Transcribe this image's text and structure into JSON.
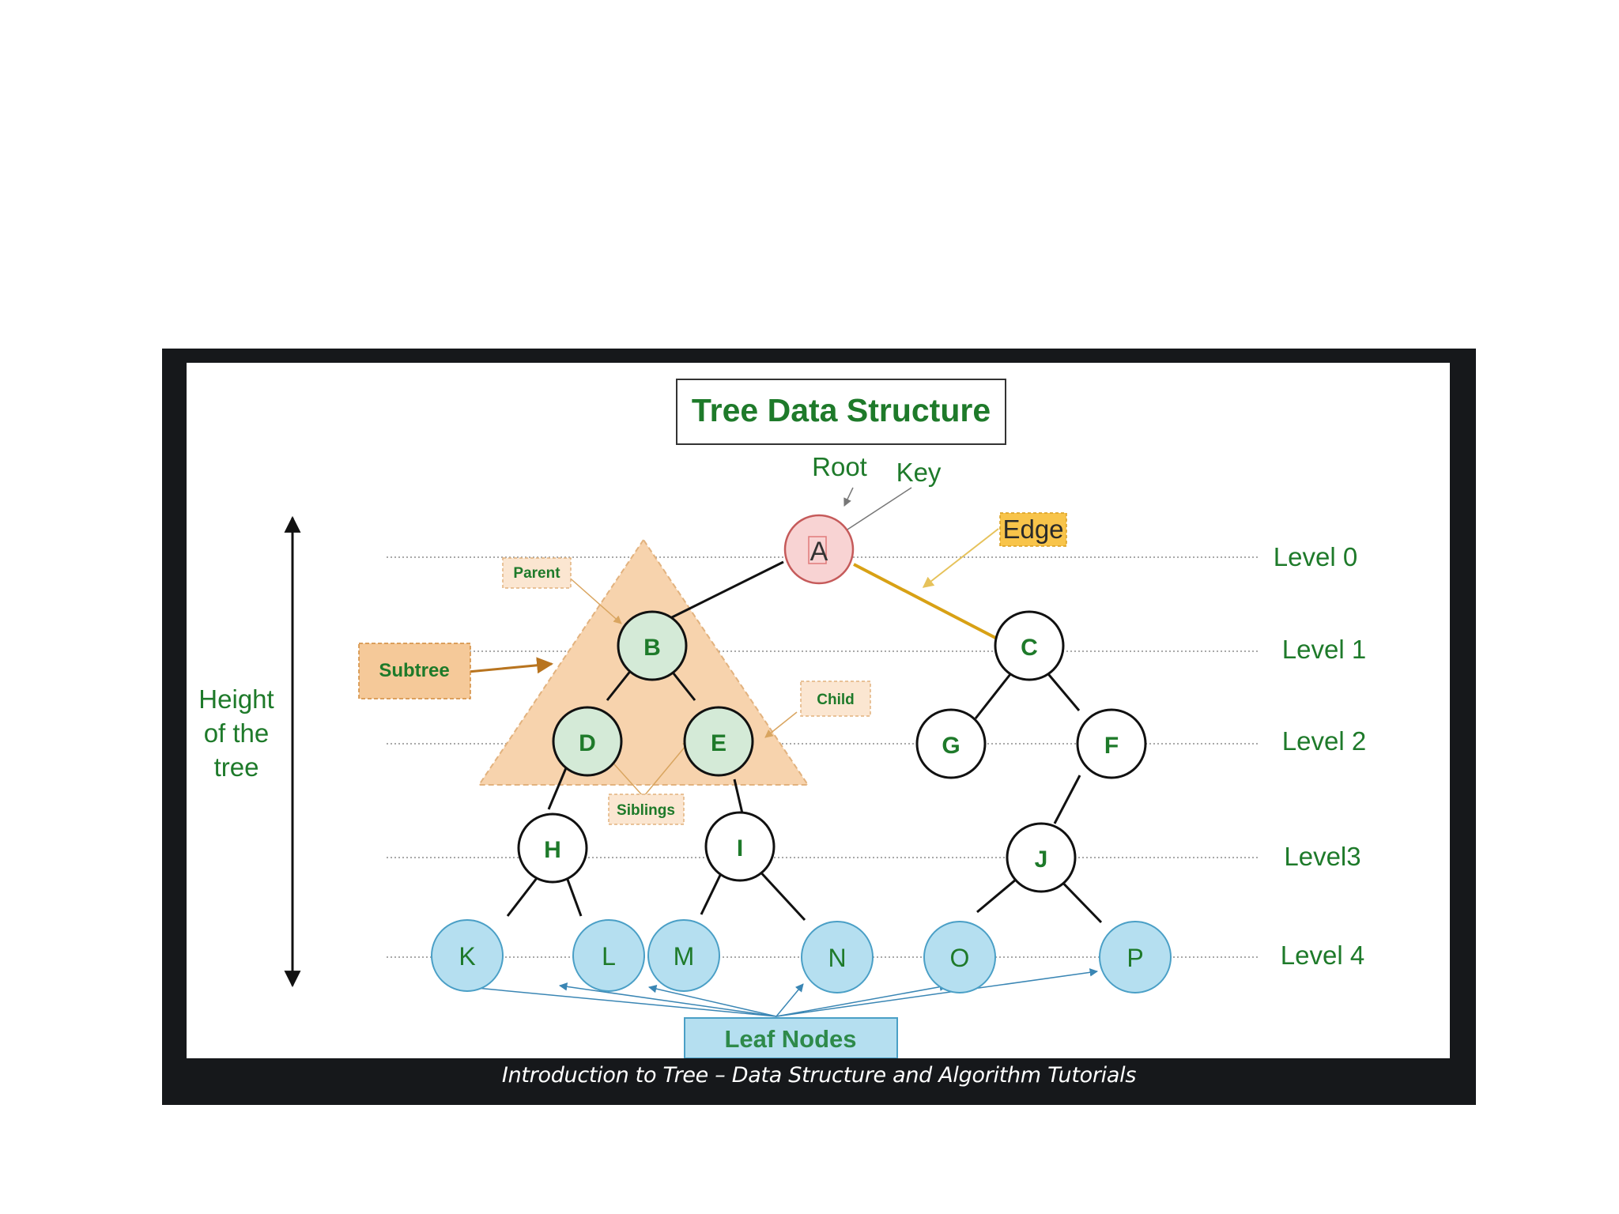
{
  "title": "Tree Data Structure",
  "caption": "Introduction to Tree – Data Structure and Algorithm Tutorials",
  "height_label": [
    "Height",
    "of the",
    "tree"
  ],
  "labels": {
    "root": "Root",
    "key": "Key",
    "edge": "Edge",
    "parent": "Parent",
    "subtree": "Subtree",
    "child": "Child",
    "siblings": "Siblings",
    "leaf_nodes": "Leaf Nodes"
  },
  "levels": [
    "Level 0",
    "Level 1",
    "Level 2",
    "Level3",
    "Level 4"
  ],
  "nodes": {
    "A": "A",
    "B": "B",
    "C": "C",
    "D": "D",
    "E": "E",
    "G": "G",
    "F": "F",
    "H": "H",
    "I": "I",
    "J": "J",
    "K": "K",
    "L": "L",
    "M": "M",
    "N": "N",
    "O": "O",
    "P": "P"
  },
  "edges": [
    [
      "A",
      "B"
    ],
    [
      "A",
      "C"
    ],
    [
      "B",
      "D"
    ],
    [
      "B",
      "E"
    ],
    [
      "C",
      "G"
    ],
    [
      "C",
      "F"
    ],
    [
      "D",
      "H"
    ],
    [
      "E",
      "I"
    ],
    [
      "F",
      "J"
    ],
    [
      "H",
      "K"
    ],
    [
      "H",
      "L"
    ],
    [
      "I",
      "M"
    ],
    [
      "I",
      "N"
    ],
    [
      "J",
      "O"
    ],
    [
      "J",
      "P"
    ]
  ],
  "colors": {
    "green_text": "#1e7a2a",
    "root_fill": "#f8d3d3",
    "root_stroke": "#c55a5a",
    "subtree_fill": "#f7d3ad",
    "subtree_node_fill": "#d4ead7",
    "leaf_fill": "#b5dff0",
    "leaf_stroke": "#4a9fc6",
    "edge_highlight": "#d8a115",
    "edge_label_fill": "#f8c44a",
    "frame": "#16181b"
  }
}
